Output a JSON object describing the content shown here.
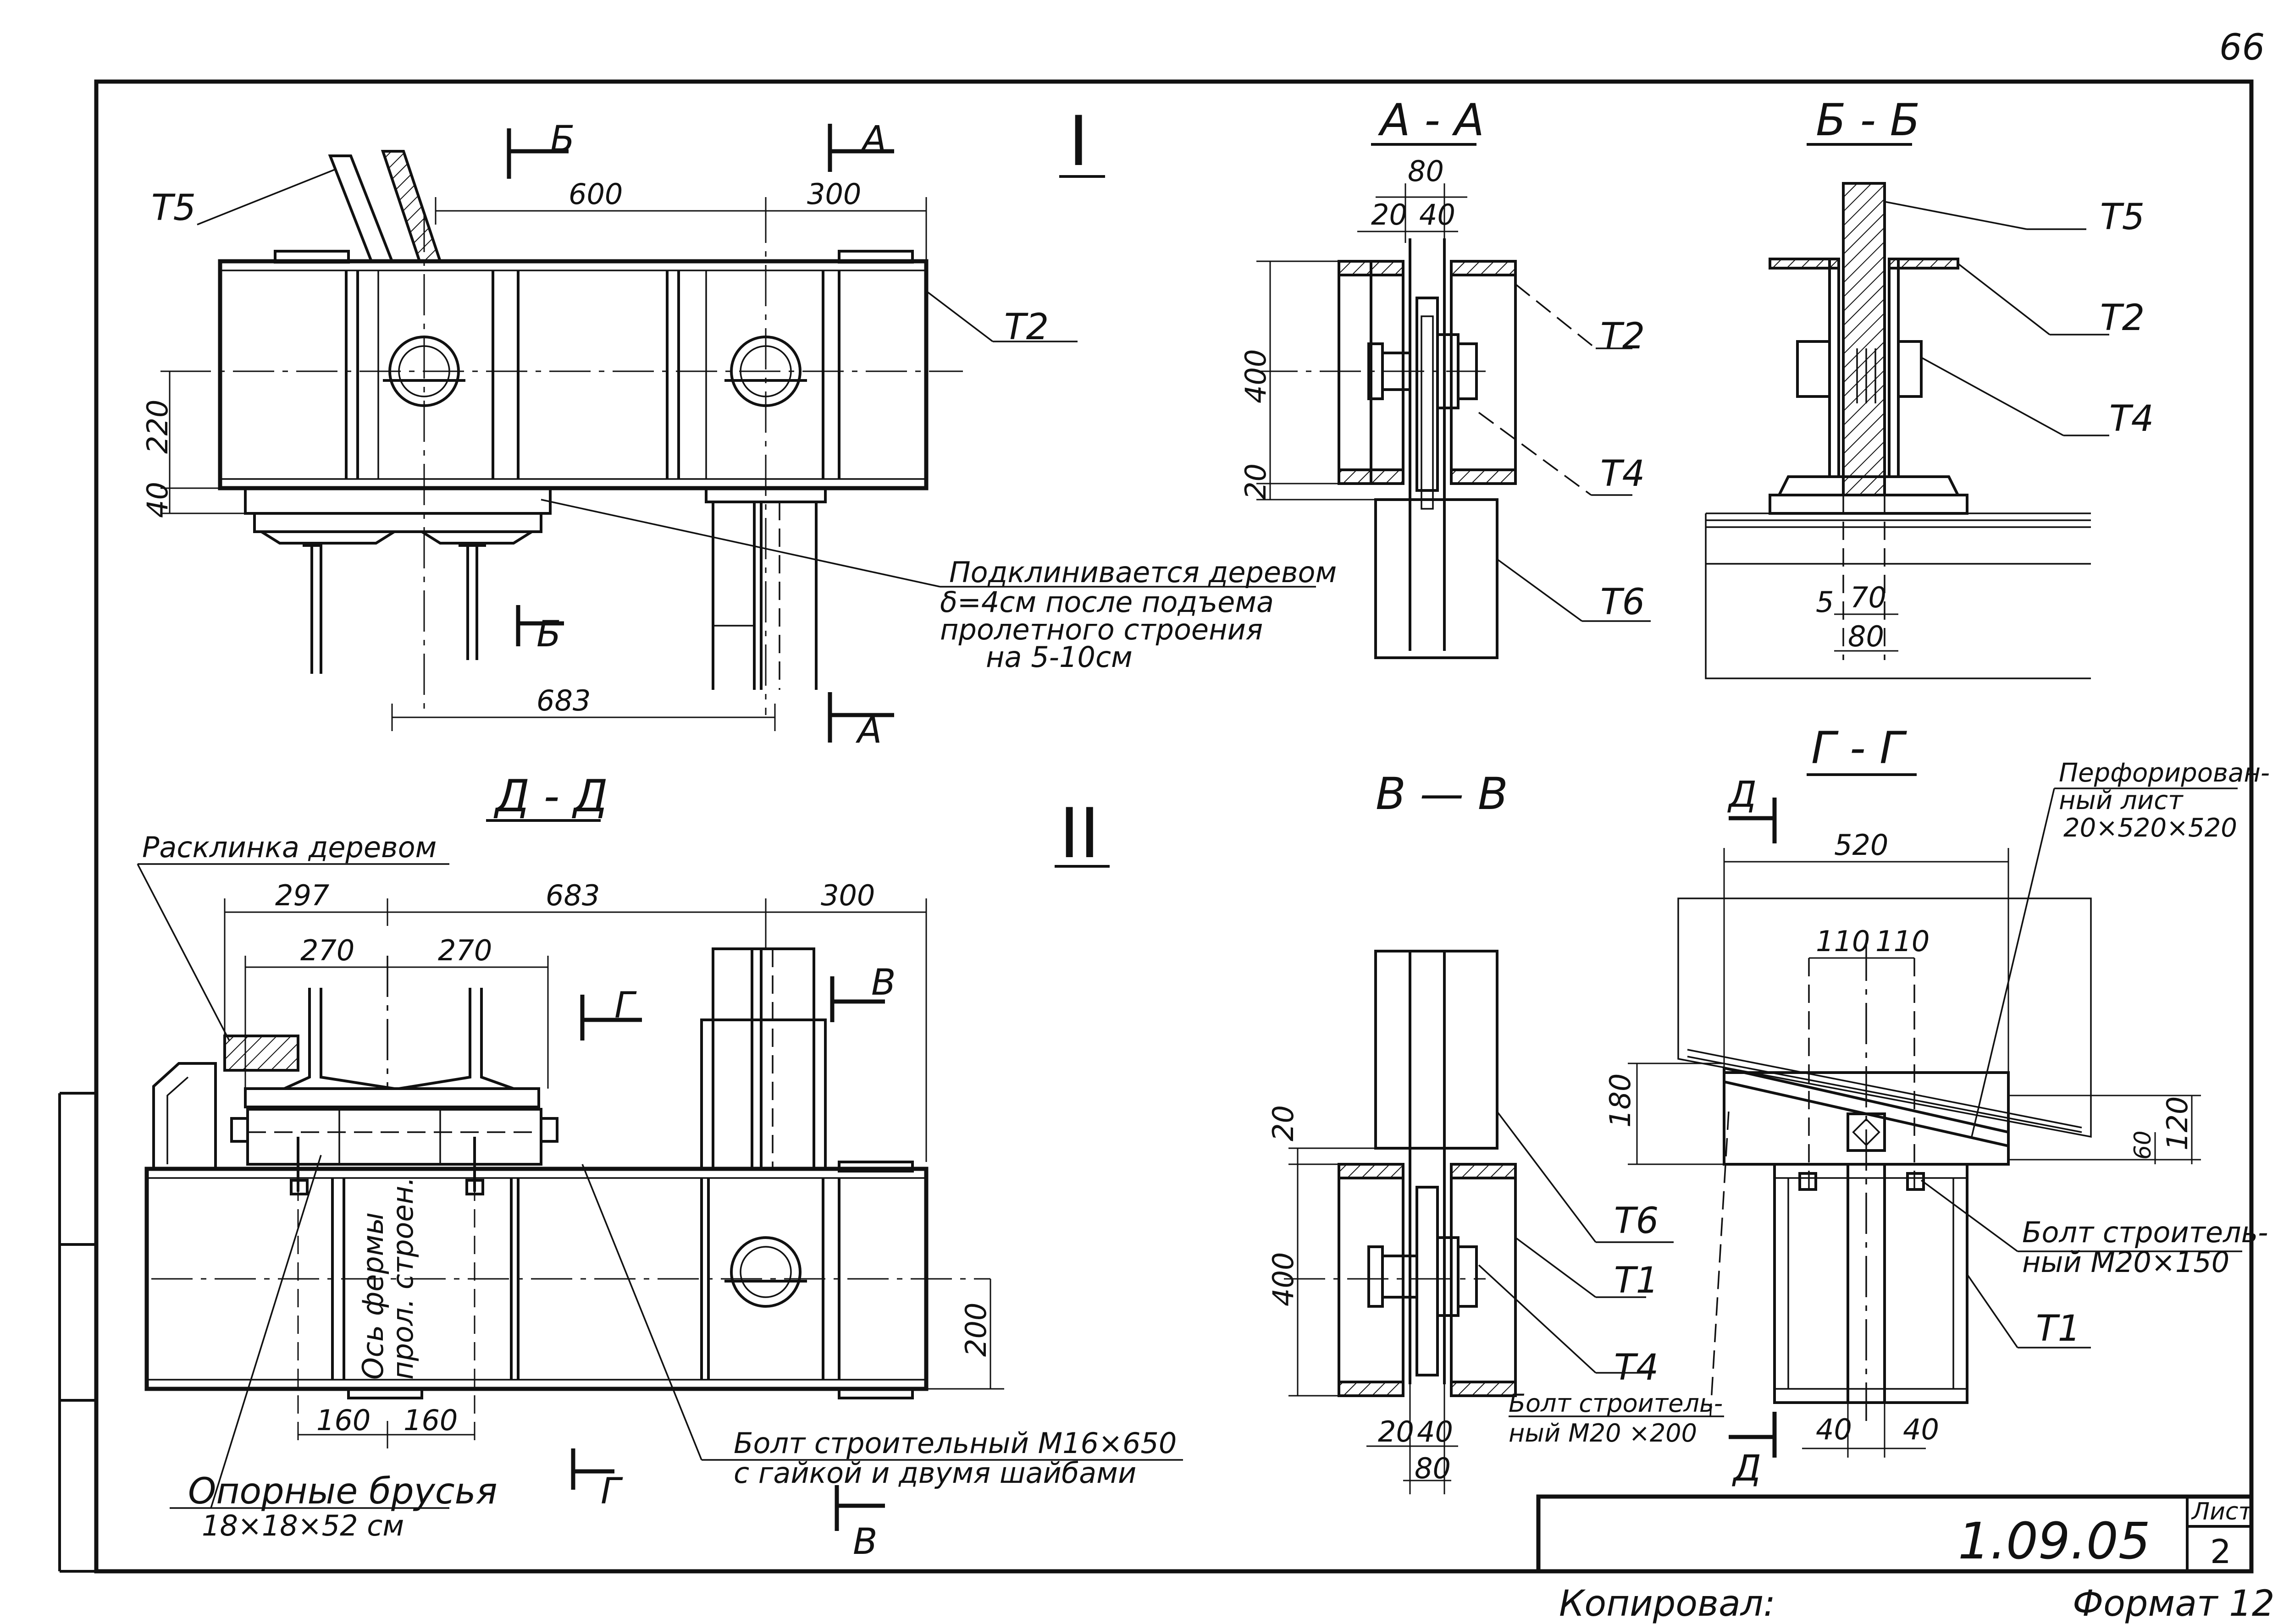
{
  "sheet": {
    "page_number": "66",
    "drawing_code": "1.09.05",
    "sheet_label": "Лист",
    "sheet_number": "2",
    "copied_label": "Копировал:",
    "format_label": "Формат 12"
  },
  "view_I": {
    "title": "I",
    "cut_B": "Б",
    "cut_A": "А",
    "labels": {
      "T5": "T5",
      "T2": "T2"
    },
    "dims": {
      "d600": "600",
      "d300": "300",
      "d220": "220",
      "d40": "40",
      "d683": "683"
    },
    "note": [
      "Подклинивается деревом",
      "δ=4см после подъема",
      "пролетного строения",
      "на 5-10см"
    ]
  },
  "section_AA": {
    "title": "А - А",
    "labels": {
      "T2": "T2",
      "T4": "T4",
      "T6": "T6"
    },
    "dims": {
      "d80": "80",
      "d20": "20",
      "d40": "40",
      "d400": "400",
      "d20b": "20"
    }
  },
  "section_BB": {
    "title": "Б - Б",
    "labels": {
      "T5": "T5",
      "T2": "T2",
      "T4": "T4"
    },
    "dims": {
      "d5": "5",
      "d70": "70",
      "d80": "80"
    }
  },
  "view_II": {
    "title": "II",
    "cut_G": "Г",
    "cut_V": "В",
    "dims": {
      "d297": "297",
      "d683": "683",
      "d300": "300",
      "d270a": "270",
      "d270b": "270",
      "d200": "200",
      "d160a": "160",
      "d160b": "160"
    }
  },
  "section_DD": {
    "title": "Д - Д",
    "note_wedge": "Расклинка деревом",
    "axis_text": [
      "Ось фермы",
      "прол. строен."
    ],
    "bolt_note": [
      "Болт строительный М16×650",
      "с гайкой и двумя шайбами"
    ],
    "support_note": [
      "Опорные брусья",
      "18×18×52 см"
    ]
  },
  "section_VV": {
    "title": "В — В",
    "labels": {
      "T6": "T6",
      "T1": "T1",
      "T4": "T4"
    },
    "dims": {
      "d20": "20",
      "d400": "400",
      "d20b": "20",
      "d40": "40",
      "d80": "80"
    },
    "bolt_note": [
      "Болт строитель-",
      "ный М20 ×200"
    ]
  },
  "section_GG": {
    "title": "Г - Г",
    "cut_D": "Д",
    "perf_note": [
      "Перфорирован-",
      "ный лист",
      "20×520×520"
    ],
    "bolt_note": [
      "Болт строитель-",
      "ный М20×150"
    ],
    "labels": {
      "T1": "T1"
    },
    "dims": {
      "d520": "520",
      "d110a": "110",
      "d110b": "110",
      "d180": "180",
      "d60": "60",
      "d120": "120",
      "d40a": "40",
      "d40b": "40"
    }
  }
}
